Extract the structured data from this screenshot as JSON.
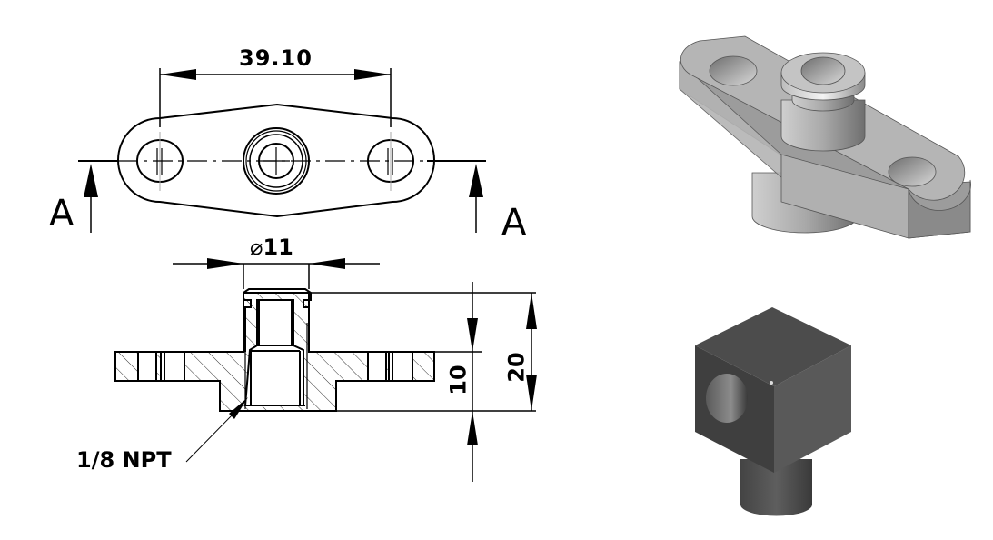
{
  "drawing": {
    "top_view": {
      "hole_spacing_dimension": "39.10",
      "section_marker_left": "A",
      "section_marker_right": "A"
    },
    "section_view": {
      "diameter_dimension": "⌀11",
      "diameter_symbol": "⌀",
      "diameter_value": "11",
      "thread_callout": "1/8 NPT",
      "height_dimension_inner": "10",
      "height_dimension_outer": "20"
    }
  },
  "renders": {
    "fitting_base": {
      "label": "isometric-render-flange-fitting",
      "color": "#b8b8b8"
    },
    "cube_adapter": {
      "label": "isometric-render-cube-adapter",
      "color": "#4a4a4a"
    }
  },
  "colors": {
    "line": "#000000",
    "background": "#ffffff",
    "hatch": "#222222"
  }
}
